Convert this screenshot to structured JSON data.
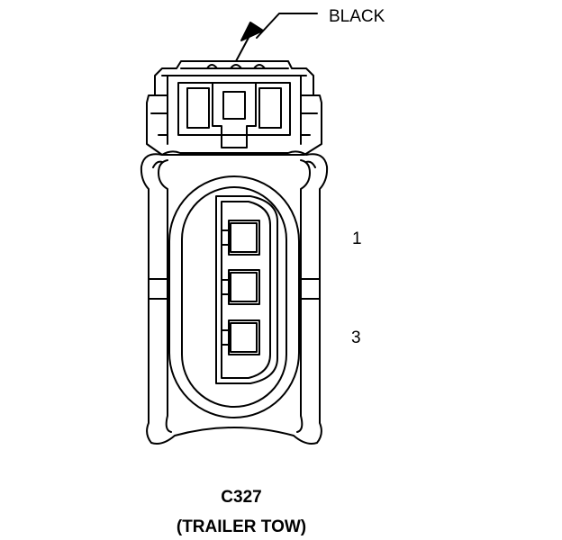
{
  "connector": {
    "color_label": "BLACK",
    "id": "C327",
    "description": "(TRAILER TOW)",
    "pin_labels": [
      "1",
      "3"
    ],
    "cavity_count": 3,
    "line_color": "#000000",
    "background_color": "#ffffff"
  }
}
